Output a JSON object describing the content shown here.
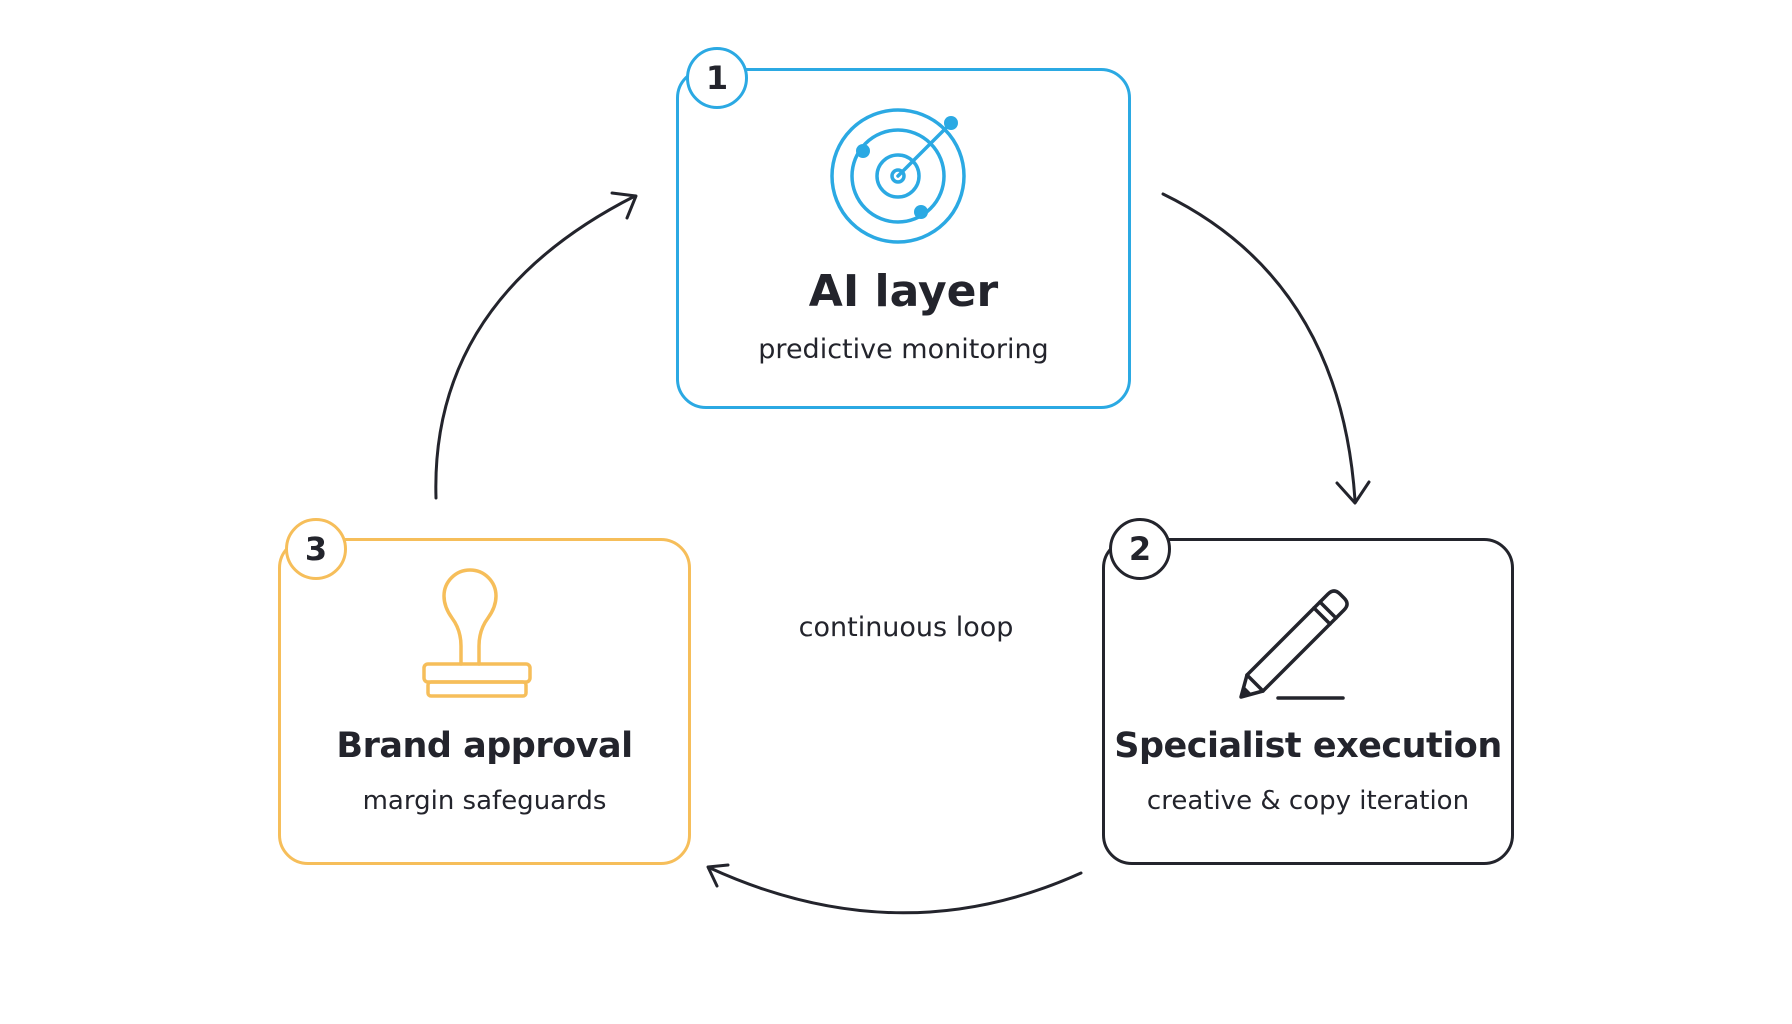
{
  "diagram": {
    "center_label": "continuous loop",
    "colors": {
      "ai": "#2ba9e3",
      "specialist": "#23242c",
      "brand": "#f6be5a",
      "text": "#23242c",
      "arrow": "#23242c"
    },
    "steps": [
      {
        "number": "1",
        "title": "AI layer",
        "subtitle": "predictive monitoring",
        "icon": "radar-icon"
      },
      {
        "number": "2",
        "title": "Specialist execution",
        "subtitle": "creative & copy iteration",
        "icon": "pencil-icon"
      },
      {
        "number": "3",
        "title": "Brand approval",
        "subtitle": "margin safeguards",
        "icon": "stamp-icon"
      }
    ]
  }
}
